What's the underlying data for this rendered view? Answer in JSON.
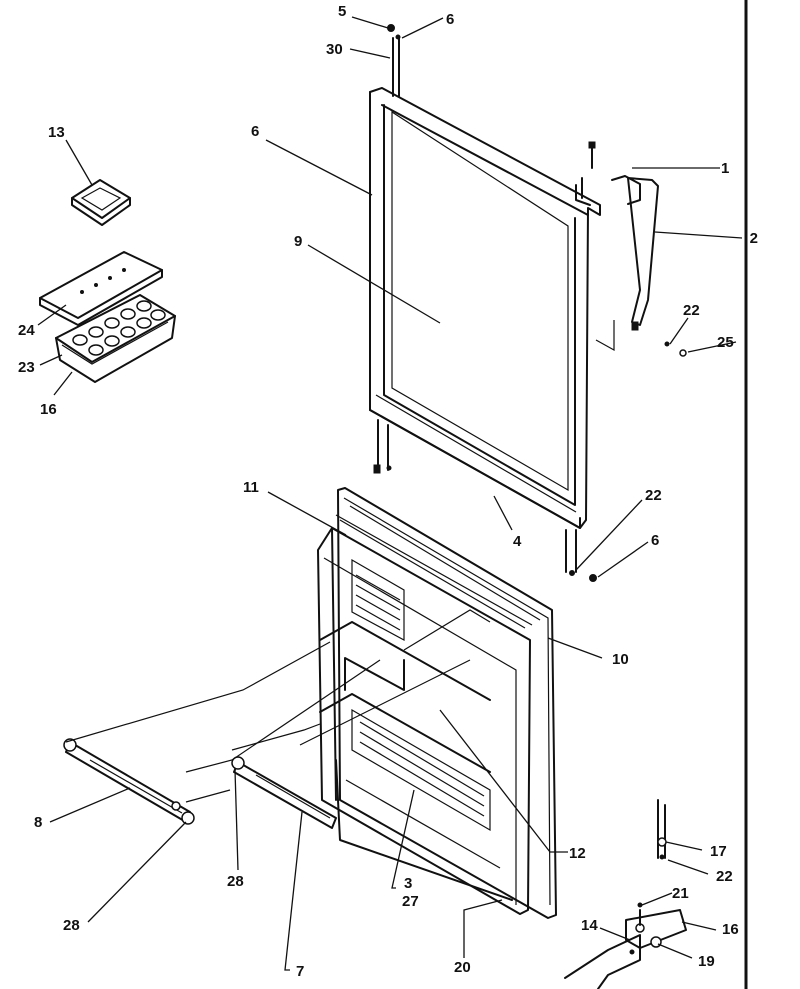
{
  "callouts": [
    {
      "id": "c5",
      "text": "5"
    },
    {
      "id": "c6a",
      "text": "6"
    },
    {
      "id": "c30",
      "text": "30"
    },
    {
      "id": "c6b",
      "text": "6"
    },
    {
      "id": "c9",
      "text": "9"
    },
    {
      "id": "c13",
      "text": "13"
    },
    {
      "id": "c24",
      "text": "24"
    },
    {
      "id": "c23",
      "text": "23"
    },
    {
      "id": "c16a",
      "text": "16"
    },
    {
      "id": "c1",
      "text": "1"
    },
    {
      "id": "c2",
      "text": "2"
    },
    {
      "id": "c22a",
      "text": "22"
    },
    {
      "id": "c25",
      "text": "25"
    },
    {
      "id": "c11",
      "text": "11"
    },
    {
      "id": "c4",
      "text": "4"
    },
    {
      "id": "c22b",
      "text": "22"
    },
    {
      "id": "c6c",
      "text": "6"
    },
    {
      "id": "c10",
      "text": "10"
    },
    {
      "id": "c12",
      "text": "12"
    },
    {
      "id": "c8",
      "text": "8"
    },
    {
      "id": "c28a",
      "text": "28"
    },
    {
      "id": "c28b",
      "text": "28"
    },
    {
      "id": "c3",
      "text": "3"
    },
    {
      "id": "c27",
      "text": "27"
    },
    {
      "id": "c7",
      "text": "7"
    },
    {
      "id": "c20",
      "text": "20"
    },
    {
      "id": "c17",
      "text": "17"
    },
    {
      "id": "c22c",
      "text": "22"
    },
    {
      "id": "c21",
      "text": "21"
    },
    {
      "id": "c14",
      "text": "14"
    },
    {
      "id": "c16b",
      "text": "16"
    },
    {
      "id": "c19",
      "text": "19"
    }
  ]
}
